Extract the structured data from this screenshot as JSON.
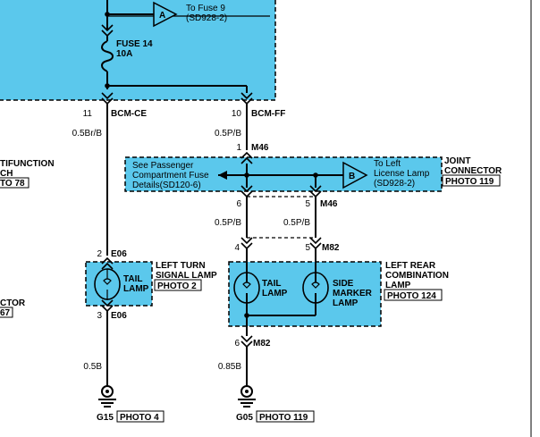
{
  "top": {
    "connector_a_label": "A",
    "to_fuse9_line1": "To Fuse 9",
    "to_fuse9_line2": "(SD928-2)",
    "fuse_name": "FUSE 14",
    "fuse_rating": "10A"
  },
  "bcm": {
    "pin_ce": "11",
    "label_ce": "BCM-CE",
    "pin_ff": "10",
    "label_ff": "BCM-FF"
  },
  "wires": {
    "w_left_1": "0.5Br/B",
    "w_right_1": "0.5P/B",
    "w_right_2a": "0.5P/B",
    "w_right_2b": "0.5P/B",
    "w_left_2": "0.5B",
    "w_right_3": "0.85B"
  },
  "left_cutoff": {
    "text1": "TIFUNCTION",
    "text2": "CH",
    "photo1": "TO 78",
    "text3": "CTOR",
    "photo2": "67"
  },
  "joint": {
    "pin_top": "1",
    "label_top": "M46",
    "note_line1": "See Passenger",
    "note_line2": "Compartment Fuse",
    "note_line3": "Details(SD120-6)",
    "connector_b_label": "B",
    "to_lic_line1": "To Left",
    "to_lic_line2": "License Lamp",
    "to_lic_line3": "(SD928-2)",
    "title_line1": "JOINT",
    "title_line2": "CONNECTOR",
    "photo": "PHOTO 119",
    "pin_6": "6",
    "pin_5": "5",
    "label_m46": "M46"
  },
  "m82": {
    "pin_4": "4",
    "pin_5": "5",
    "label": "M82",
    "pin_6": "6",
    "label_bottom": "M82"
  },
  "left_turn": {
    "pin_top": "2",
    "label_top": "E06",
    "lamp_line1": "TAIL",
    "lamp_line2": "LAMP",
    "title_line1": "LEFT TURN",
    "title_line2": "SIGNAL LAMP",
    "photo": "PHOTO 2",
    "pin_bottom": "3",
    "label_bottom": "E06"
  },
  "left_rear": {
    "title_line1": "LEFT REAR",
    "title_line2": "COMBINATION",
    "title_line3": "LAMP",
    "photo": "PHOTO 124",
    "tail_line1": "TAIL",
    "tail_line2": "LAMP",
    "side_line1": "SIDE",
    "side_line2": "MARKER",
    "side_line3": "LAMP"
  },
  "grounds": {
    "g15_label": "G15",
    "g15_photo": "PHOTO 4",
    "g05_label": "G05",
    "g05_photo": "PHOTO 119"
  }
}
